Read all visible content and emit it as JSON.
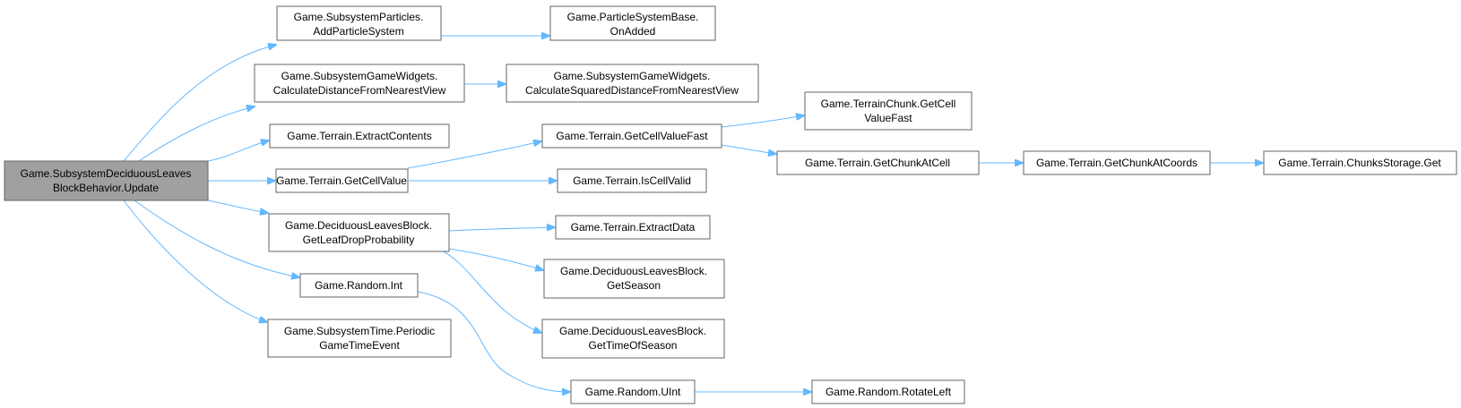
{
  "diagram": {
    "type": "call-graph",
    "colors": {
      "edge": "#63b8ff",
      "node_border": "#666666",
      "root_fill": "#a0a0a0",
      "node_fill": "#ffffff"
    },
    "root": "n_root",
    "nodes": [
      {
        "id": "n_root",
        "lines": [
          "Game.SubsystemDeciduousLeaves",
          "BlockBehavior.Update"
        ]
      },
      {
        "id": "n_addps",
        "lines": [
          "Game.SubsystemParticles.",
          "AddParticleSystem"
        ]
      },
      {
        "id": "n_onadded",
        "lines": [
          "Game.ParticleSystemBase.",
          "OnAdded"
        ]
      },
      {
        "id": "n_calcdist",
        "lines": [
          "Game.SubsystemGameWidgets.",
          "CalculateDistanceFromNearestView"
        ]
      },
      {
        "id": "n_calcsq",
        "lines": [
          "Game.SubsystemGameWidgets.",
          "CalculateSquaredDistanceFromNearestView"
        ]
      },
      {
        "id": "n_extractc",
        "lines": [
          "Game.Terrain.ExtractContents"
        ]
      },
      {
        "id": "n_getcv",
        "lines": [
          "Game.Terrain.GetCellValue"
        ]
      },
      {
        "id": "n_getcvfast",
        "lines": [
          "Game.Terrain.GetCellValueFast"
        ]
      },
      {
        "id": "n_chunkgcv",
        "lines": [
          "Game.TerrainChunk.GetCell",
          "ValueFast"
        ]
      },
      {
        "id": "n_getchunkcell",
        "lines": [
          "Game.Terrain.GetChunkAtCell"
        ]
      },
      {
        "id": "n_getchunkcoords",
        "lines": [
          "Game.Terrain.GetChunkAtCoords"
        ]
      },
      {
        "id": "n_chunksget",
        "lines": [
          "Game.Terrain.ChunksStorage.Get"
        ]
      },
      {
        "id": "n_iscellvalid",
        "lines": [
          "Game.Terrain.IsCellValid"
        ]
      },
      {
        "id": "n_leafdrop",
        "lines": [
          "Game.DeciduousLeavesBlock.",
          "GetLeafDropProbability"
        ]
      },
      {
        "id": "n_extractdata",
        "lines": [
          "Game.Terrain.ExtractData"
        ]
      },
      {
        "id": "n_getseason",
        "lines": [
          "Game.DeciduousLeavesBlock.",
          "GetSeason"
        ]
      },
      {
        "id": "n_gettos",
        "lines": [
          "Game.DeciduousLeavesBlock.",
          "GetTimeOfSeason"
        ]
      },
      {
        "id": "n_randint",
        "lines": [
          "Game.Random.Int"
        ]
      },
      {
        "id": "n_randuint",
        "lines": [
          "Game.Random.UInt"
        ]
      },
      {
        "id": "n_rotleft",
        "lines": [
          "Game.Random.RotateLeft"
        ]
      },
      {
        "id": "n_periodic",
        "lines": [
          "Game.SubsystemTime.Periodic",
          "GameTimeEvent"
        ]
      }
    ],
    "edges": [
      {
        "from": "n_root",
        "to": "n_addps"
      },
      {
        "from": "n_root",
        "to": "n_calcdist"
      },
      {
        "from": "n_root",
        "to": "n_extractc"
      },
      {
        "from": "n_root",
        "to": "n_getcv"
      },
      {
        "from": "n_root",
        "to": "n_leafdrop"
      },
      {
        "from": "n_root",
        "to": "n_randint"
      },
      {
        "from": "n_root",
        "to": "n_periodic"
      },
      {
        "from": "n_addps",
        "to": "n_onadded"
      },
      {
        "from": "n_calcdist",
        "to": "n_calcsq"
      },
      {
        "from": "n_getcv",
        "to": "n_getcvfast"
      },
      {
        "from": "n_getcv",
        "to": "n_iscellvalid"
      },
      {
        "from": "n_getcvfast",
        "to": "n_chunkgcv"
      },
      {
        "from": "n_getcvfast",
        "to": "n_getchunkcell"
      },
      {
        "from": "n_getchunkcell",
        "to": "n_getchunkcoords"
      },
      {
        "from": "n_getchunkcoords",
        "to": "n_chunksget"
      },
      {
        "from": "n_leafdrop",
        "to": "n_extractdata"
      },
      {
        "from": "n_leafdrop",
        "to": "n_getseason"
      },
      {
        "from": "n_leafdrop",
        "to": "n_gettos"
      },
      {
        "from": "n_randint",
        "to": "n_randuint"
      },
      {
        "from": "n_randuint",
        "to": "n_rotleft"
      }
    ]
  }
}
